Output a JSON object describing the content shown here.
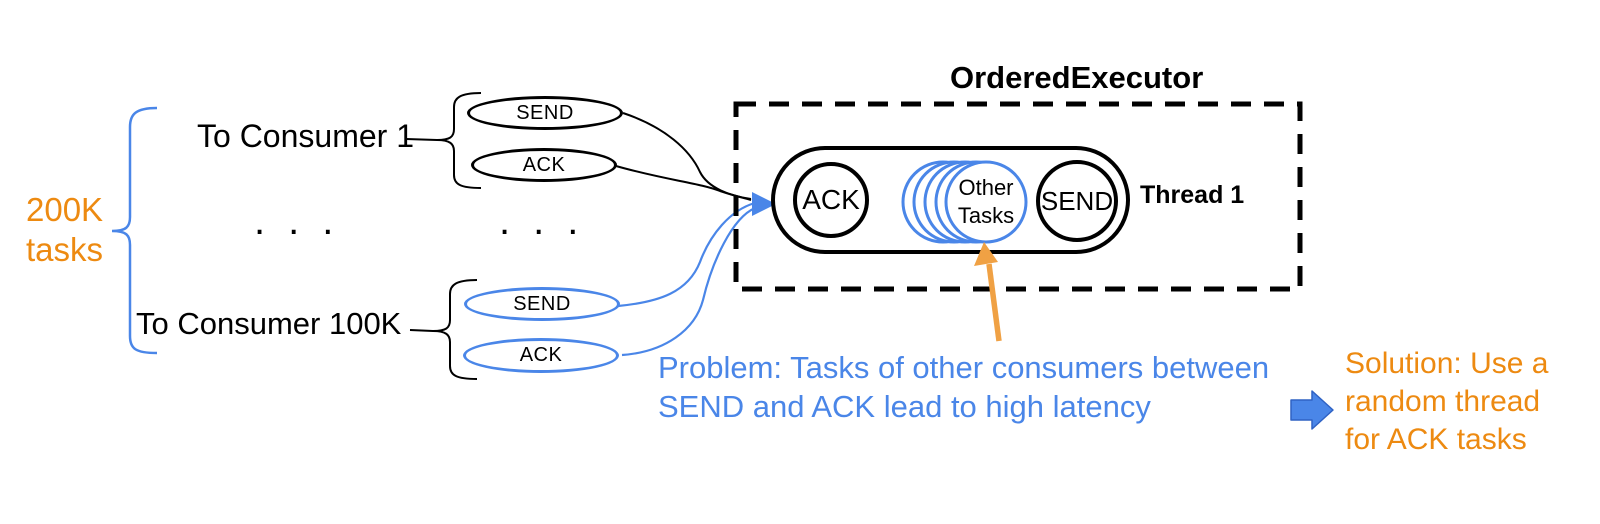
{
  "colors": {
    "blue": "#4a86e8",
    "orange_text": "#ed8a11",
    "orange_arrow": "#f0a144",
    "black": "#000000"
  },
  "left_panel": {
    "tasks_count": {
      "line1": "200K",
      "line2": "tasks"
    },
    "consumer1": {
      "label": "To Consumer 1",
      "send": "SEND",
      "ack": "ACK"
    },
    "consumer100k": {
      "label": "To Consumer 100K",
      "send": "SEND",
      "ack": "ACK"
    },
    "ellipsis_left": "...",
    "ellipsis_right": "..."
  },
  "executor": {
    "title": "OrderedExecutor",
    "thread_label": "Thread 1",
    "ack": "ACK",
    "send": "SEND",
    "other_tasks": {
      "line1": "Other",
      "line2": "Tasks"
    }
  },
  "problem": {
    "line1": "Problem: Tasks of other consumers between",
    "line2": "SEND and ACK lead to high latency"
  },
  "solution": {
    "line1": "Solution: Use a",
    "line2": "random thread",
    "line3": "for ACK tasks"
  }
}
